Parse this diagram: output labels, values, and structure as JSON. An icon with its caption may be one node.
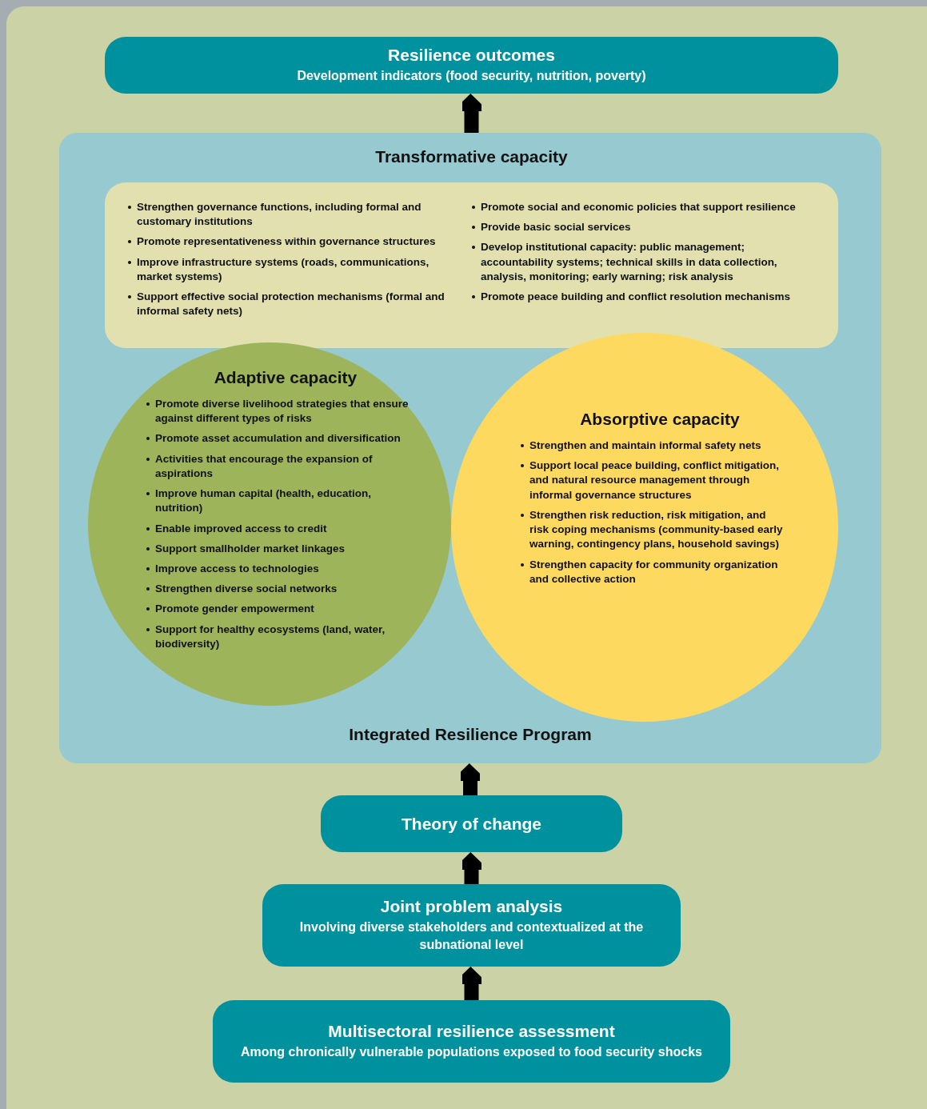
{
  "diagram": {
    "nodes": [
      {
        "text": [
          "Resilience outcomes",
          "Development indicators (food security, nutrition, poverty)"
        ]
      },
      {
        "text": [
          "Integrated Resilience Program"
        ]
      },
      {
        "text": [
          "Transformative capacity",
          "Strengthen governance functions, including formal and customary institutions",
          "Promote representativeness within governance structures",
          "Improve infrastructure systems (roads, communications, market systems)",
          "Support effective social protection mechanisms (formal and informal safety nets)",
          "Promote social and economic policies that support resilience",
          "Provide basic social services",
          "Develop institutional capacity: public management; accountability systems; technical skills in data collection, analysis, monitoring; early warning; risk analysis",
          "Promote peace building and conflict resolution mechanisms"
        ],
        "in": 1
      },
      {
        "text": [
          "Adaptive capacity",
          "Promote diverse livelihood strategies that ensure against different types of risks",
          "Promote asset accumulation and diversification",
          "Activities that encourage the expansion of aspirations",
          "Improve human capital (health, education, nutrition)",
          "Enable improved access to credit",
          "Support smallholder market linkages",
          "Improve access to technologies",
          "Strengthen diverse social networks",
          "Promote gender empowerment",
          "Support for healthy ecosystems (land, water, biodiversity)"
        ],
        "in": 1
      },
      {
        "text": [
          "Absorptive capacity",
          "Strengthen and maintain informal safety nets",
          "Support local peace building, conflict mitigation, and natural resource management through informal governance structures",
          "Strengthen risk reduction, risk mitigation, and risk coping mechanisms (community-based early warning, contingency plans, household savings)",
          "Strengthen capacity for community organization and collective action"
        ],
        "in": 1
      },
      {
        "text": [
          "Theory of change"
        ]
      },
      {
        "text": [
          "Joint problem analysis",
          "Involving diverse stakeholders and contextualized at the subnational level"
        ]
      },
      {
        "text": [
          "Multisectoral resilience assessment",
          "Among chronically vulnerable populations exposed to food security shocks"
        ]
      }
    ],
    "edges": [
      {
        "from": 7,
        "to": 6,
        "arrow": "to"
      },
      {
        "from": 6,
        "to": 5,
        "arrow": "to"
      },
      {
        "from": 5,
        "to": 1,
        "arrow": "to"
      },
      {
        "from": 1,
        "to": 0,
        "arrow": "to"
      }
    ]
  }
}
